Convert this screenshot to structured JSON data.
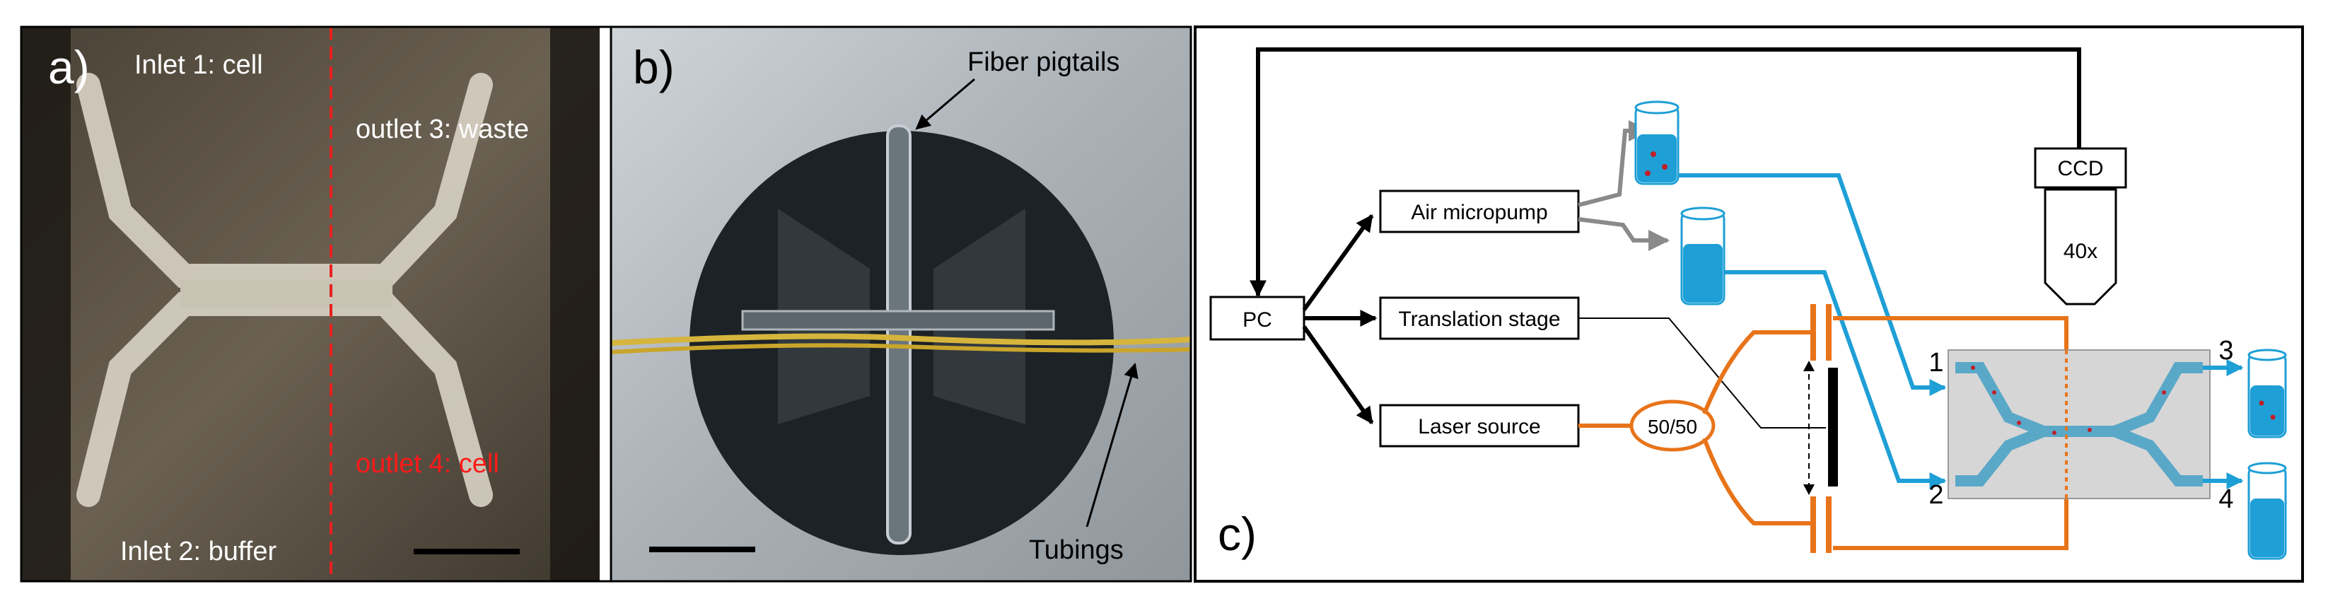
{
  "panel_a": {
    "letter": "a)",
    "inlet1": "Inlet 1: cell",
    "inlet2": "Inlet 2: buffer",
    "outlet3": "outlet 3: waste",
    "outlet4": "outlet 4: cell"
  },
  "panel_b": {
    "letter": "b)",
    "fiber_label": "Fiber pigtails",
    "tubing_label": "Tubings"
  },
  "panel_c": {
    "letter": "c)",
    "pc": "PC",
    "air_micropump": "Air micropump",
    "translation_stage": "Translation stage",
    "laser_source": "Laser source",
    "splitter": "50/50",
    "ccd": "CCD",
    "objective": "40x",
    "port1": "1",
    "port2": "2",
    "port3": "3",
    "port4": "4"
  },
  "colors": {
    "fluid_blue": "#1e9fd6",
    "laser_orange": "#e8741a",
    "dashed_red": "#e8201e",
    "outlet4_red": "#ff1a1a",
    "dot_red": "#c0202a",
    "chip_gray": "#d6d6d6"
  }
}
